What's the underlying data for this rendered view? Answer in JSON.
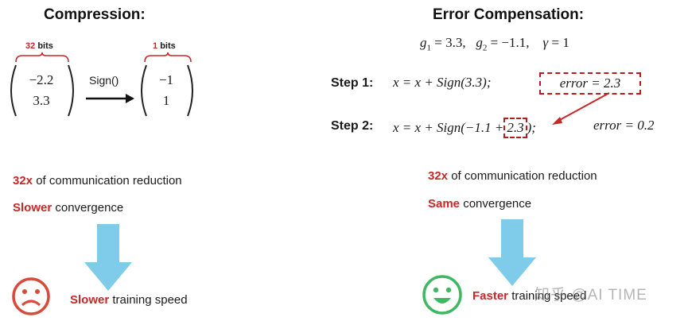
{
  "left": {
    "title": "Compression:",
    "bits_in_num": "32",
    "bits_in_unit": "bits",
    "vector_in": [
      "−2.2",
      "3.3"
    ],
    "sign_label": "Sign()",
    "bits_out_num": "1",
    "bits_out_unit": "bits",
    "vector_out": [
      "−1",
      "1"
    ],
    "reduction_em": "32x",
    "reduction_rest": "of communication reduction",
    "convergence_em": "Slower",
    "convergence_rest": "convergence",
    "speed_em": "Slower",
    "speed_rest": "training speed"
  },
  "right": {
    "title": "Error Compensation:",
    "g1_val": "= 3.3,",
    "g2_val": "= −1.1,",
    "gamma_val": "= 1",
    "step1_label": "Step 1:",
    "step1_eq": "x = x + Sign(3.3);",
    "step1_error": "error = 2.3",
    "step2_label": "Step 2:",
    "step2_eq_a": "x = x + Sign(−1.1 +",
    "step2_box": "2.3",
    "step2_eq_b": ");",
    "step2_error": "error = 0.2",
    "reduction_em": "32x",
    "reduction_rest": "of communication reduction",
    "convergence_em": "Same",
    "convergence_rest": "convergence",
    "speed_em": "Faster",
    "speed_rest": "training speed"
  },
  "watermark": "知乎 @AI TIME",
  "colors": {
    "accent_red": "#c62828",
    "arrow_blue": "#7ecbea",
    "sad_face": "#d84a3a",
    "happy_face": "#3fb863"
  },
  "icons": {
    "sad": "sad-face-icon",
    "happy": "happy-face-icon"
  }
}
